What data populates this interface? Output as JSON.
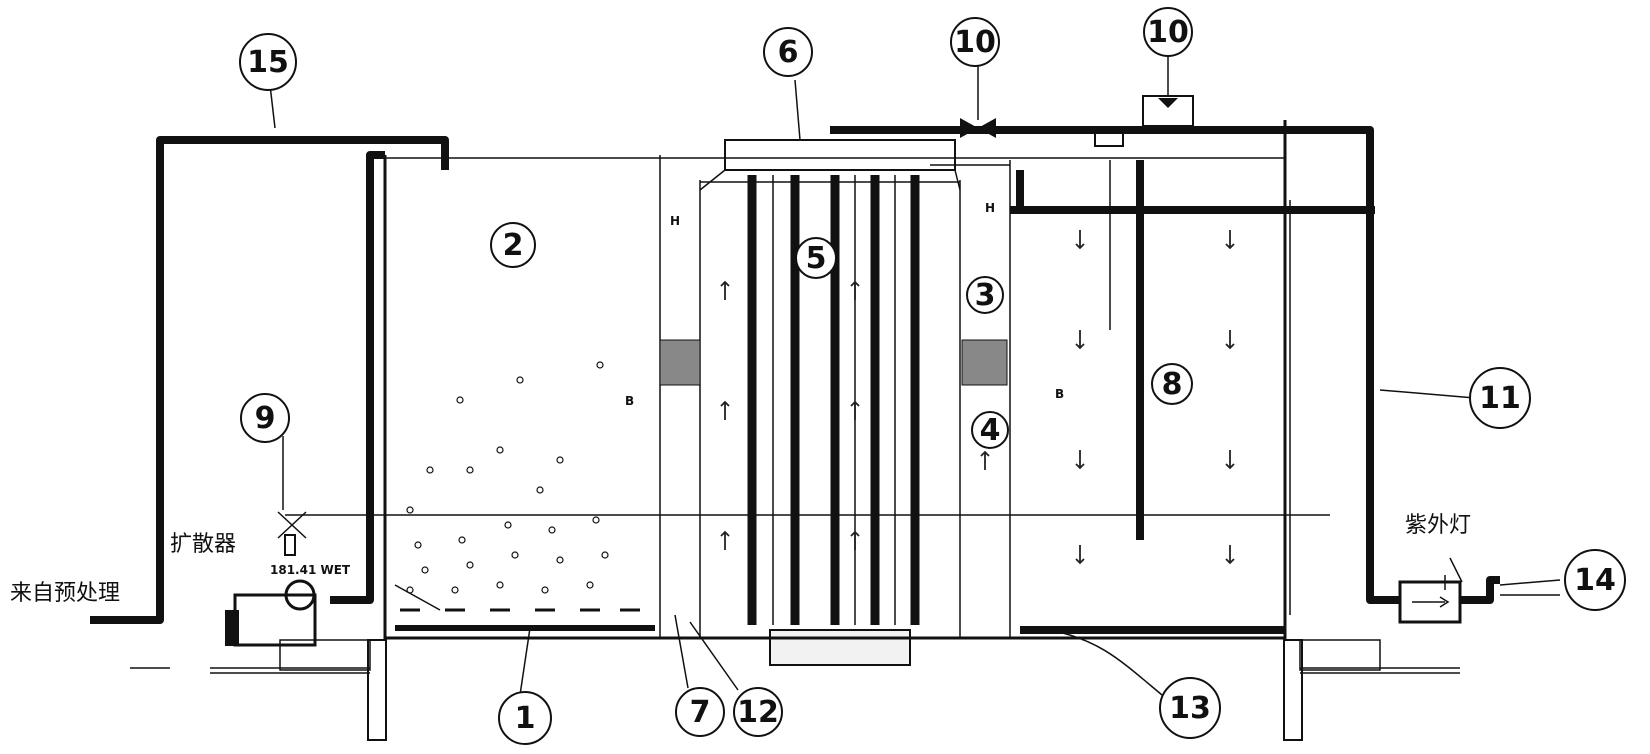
{
  "labels": {
    "from_pretreatment": "来自预处理",
    "diffuser": "扩散器",
    "uv_lamp": "紫外灯",
    "section_b_left": "B",
    "section_b_right": "B",
    "h_mark_left": "H",
    "h_mark_right": "H",
    "pump_text": "181.41 WET"
  },
  "callouts": [
    {
      "id": "c1",
      "text": "1"
    },
    {
      "id": "c2",
      "text": "2"
    },
    {
      "id": "c3",
      "text": "3"
    },
    {
      "id": "c4",
      "text": "4"
    },
    {
      "id": "c5",
      "text": "5"
    },
    {
      "id": "c6",
      "text": "6"
    },
    {
      "id": "c7",
      "text": "7"
    },
    {
      "id": "c8",
      "text": "8"
    },
    {
      "id": "c9",
      "text": "9"
    },
    {
      "id": "c10a",
      "text": "10"
    },
    {
      "id": "c10b",
      "text": "10"
    },
    {
      "id": "c11",
      "text": "11"
    },
    {
      "id": "c12",
      "text": "12"
    },
    {
      "id": "c13",
      "text": "13"
    },
    {
      "id": "c14",
      "text": "14"
    },
    {
      "id": "c15",
      "text": "15"
    }
  ],
  "colors": {
    "line": "#111111",
    "background": "#ffffff"
  }
}
